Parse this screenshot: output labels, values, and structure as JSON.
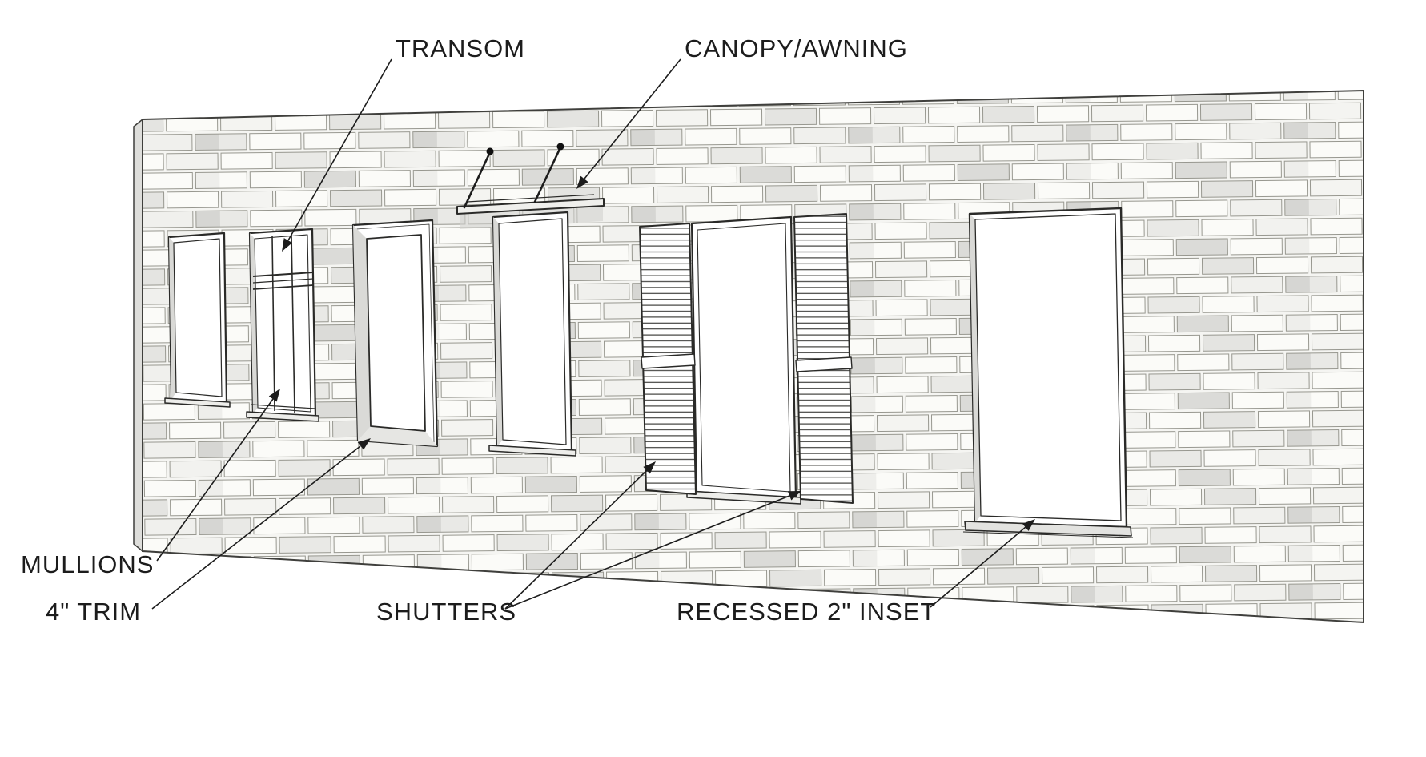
{
  "diagram": {
    "labels": {
      "transom": "TRANSOM",
      "canopy_awning": "CANOPY/AWNING",
      "mullions": "MULLIONS",
      "trim": "4\" TRIM",
      "shutters": "SHUTTERS",
      "recessed_inset": "RECESSED 2\" INSET"
    },
    "colors": {
      "background": "#ffffff",
      "ink": "#1c1c1c",
      "brick_white": "#fbfbf8",
      "brick_light_gray": "#e9e9e6",
      "brick_gray": "#d6d6d3",
      "mortar_line": "#97978f",
      "reveal_shadow": "#d9d9d6"
    }
  }
}
